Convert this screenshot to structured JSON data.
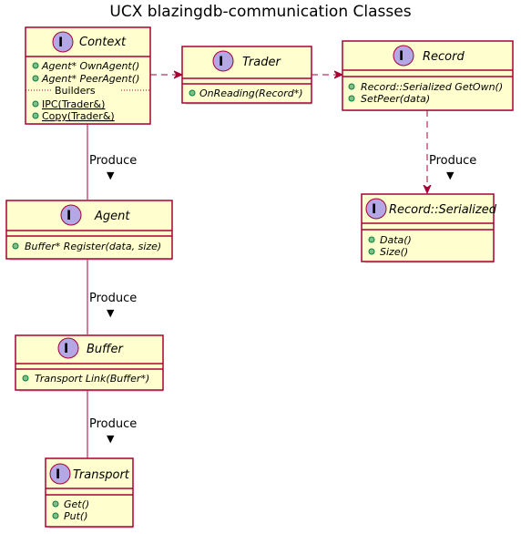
{
  "title": "UCX blazingdb-communication Classes",
  "icon_letter": "I",
  "colors": {
    "box_fill": "#FEFECE",
    "border": "#A80036",
    "icon": "#B4A7E5",
    "dot": "#84BE84"
  },
  "classes": {
    "context": {
      "name": "Context",
      "members": [
        "Agent* OwnAgent()",
        "Agent* PeerAgent()"
      ],
      "builders_label": "Builders",
      "builders": [
        "IPC(Trader&)",
        "Copy(Trader&)"
      ]
    },
    "trader": {
      "name": "Trader",
      "members": [
        "OnReading(Record*)"
      ]
    },
    "record": {
      "name": "Record",
      "members": [
        "Record::Serialized GetOwn()",
        "SetPeer(data)"
      ]
    },
    "serialized": {
      "name": "Record::Serialized",
      "members": [
        "Data()",
        "Size()"
      ]
    },
    "agent": {
      "name": "Agent",
      "members": [
        "Buffer* Register(data, size)"
      ]
    },
    "buffer": {
      "name": "Buffer",
      "members": [
        "Transport Link(Buffer*)"
      ]
    },
    "transport": {
      "name": "Transport",
      "members": [
        "Get()",
        "Put()"
      ]
    }
  },
  "edges": {
    "context_agent": {
      "label": "Produce",
      "arrow": "▼"
    },
    "agent_buffer": {
      "label": "Produce",
      "arrow": "▼"
    },
    "buffer_transport": {
      "label": "Produce",
      "arrow": "▼"
    },
    "record_serialized": {
      "label": "Produce",
      "arrow": "▼"
    }
  }
}
